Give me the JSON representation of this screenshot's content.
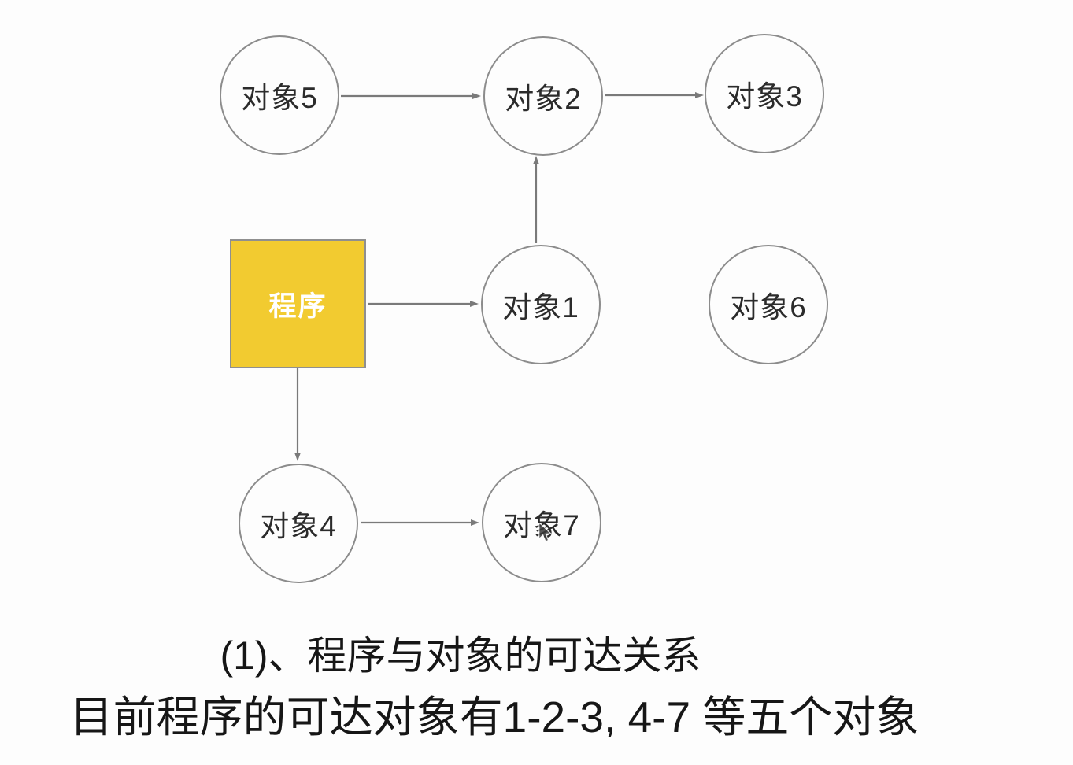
{
  "canvas": {
    "background": "#fdfdfd",
    "stroke_color": "#8c8c8c",
    "arrow_color": "#7a7a7a"
  },
  "diagram": {
    "nodes": {
      "program": {
        "label": "程序",
        "shape": "square",
        "fill": "#F2CB30",
        "text_color": "#ffffff"
      },
      "obj1": {
        "label": "对象1",
        "shape": "circle"
      },
      "obj2": {
        "label": "对象2",
        "shape": "circle"
      },
      "obj3": {
        "label": "对象3",
        "shape": "circle"
      },
      "obj4": {
        "label": "对象4",
        "shape": "circle"
      },
      "obj5": {
        "label": "对象5",
        "shape": "circle"
      },
      "obj6": {
        "label": "对象6",
        "shape": "circle"
      },
      "obj7": {
        "label": "对象7",
        "shape": "circle"
      }
    },
    "edges": [
      {
        "from": "对象5",
        "to": "对象2"
      },
      {
        "from": "对象2",
        "to": "对象3"
      },
      {
        "from": "对象1",
        "to": "对象2"
      },
      {
        "from": "程序",
        "to": "对象1"
      },
      {
        "from": "程序",
        "to": "对象4"
      },
      {
        "from": "对象4",
        "to": "对象7"
      }
    ]
  },
  "caption": {
    "line1": "(1)、程序与对象的可达关系",
    "line2": "目前程序的可达对象有1-2-3, 4-7 等五个对象"
  }
}
